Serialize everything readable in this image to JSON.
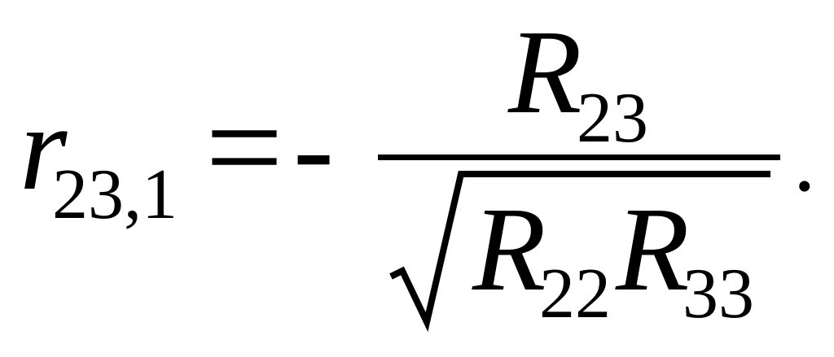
{
  "formula": {
    "lhs": {
      "symbol": "r",
      "subscript": "23,1"
    },
    "equals": "=",
    "minus": "-",
    "numerator": {
      "symbol": "R",
      "subscript": "23"
    },
    "denominator": {
      "radical": "√",
      "terms": [
        {
          "symbol": "R",
          "subscript": "22"
        },
        {
          "symbol": "R",
          "subscript": "33"
        }
      ]
    },
    "period": "."
  }
}
